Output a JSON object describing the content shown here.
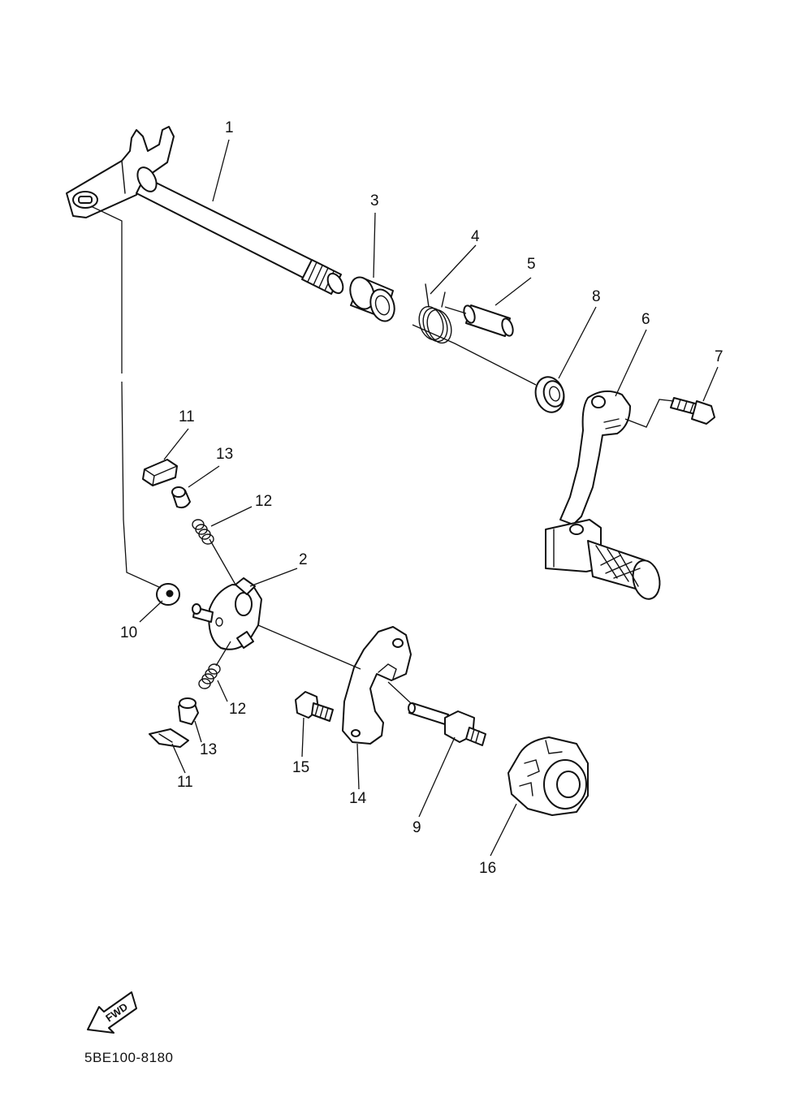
{
  "diagram": {
    "drawing_code": "5BE100-8180",
    "fwd_arrow_text": "FWD",
    "callouts": [
      {
        "id": "c1",
        "text": "1"
      },
      {
        "id": "c2",
        "text": "2"
      },
      {
        "id": "c3",
        "text": "3"
      },
      {
        "id": "c4",
        "text": "4"
      },
      {
        "id": "c5",
        "text": "5"
      },
      {
        "id": "c6",
        "text": "6"
      },
      {
        "id": "c7",
        "text": "7"
      },
      {
        "id": "c8",
        "text": "8"
      },
      {
        "id": "c9",
        "text": "9"
      },
      {
        "id": "c10",
        "text": "10"
      },
      {
        "id": "c11a",
        "text": "11"
      },
      {
        "id": "c11b",
        "text": "11"
      },
      {
        "id": "c12a",
        "text": "12"
      },
      {
        "id": "c12b",
        "text": "12"
      },
      {
        "id": "c13a",
        "text": "13"
      },
      {
        "id": "c13b",
        "text": "13"
      },
      {
        "id": "c14",
        "text": "14"
      },
      {
        "id": "c15",
        "text": "15"
      },
      {
        "id": "c16",
        "text": "16"
      }
    ]
  }
}
